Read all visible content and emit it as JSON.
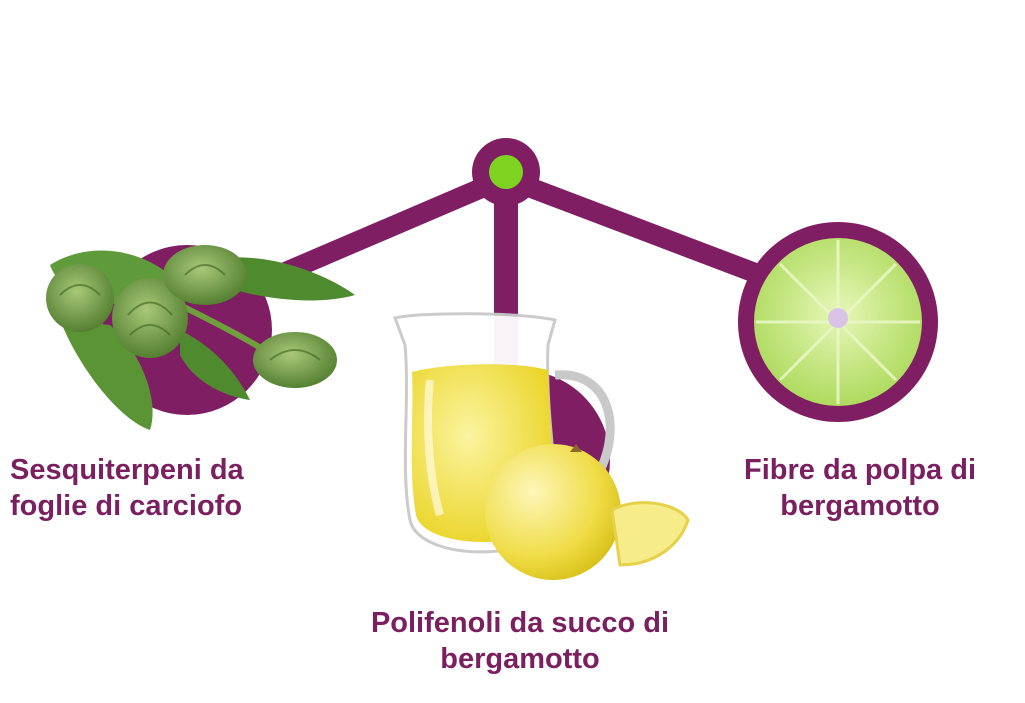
{
  "colors": {
    "frame": "#7f1e62",
    "pivot": "#7ed321",
    "label": "#7a1f5f",
    "artichoke": "#6f9a3e",
    "leaf": "#5f9b3a",
    "juice": "#f3e34a",
    "bergamot": "#f2e45a",
    "lime_pulp": "#c6ea7a"
  },
  "icons": {
    "left": "artichoke-icon",
    "center": "juice-pitcher-icon",
    "right": "bergamot-slice-icon"
  },
  "labels": {
    "left": {
      "line1": "Sesquiterpeni da",
      "line2": "foglie di carciofo"
    },
    "center": {
      "line1": "Polifenoli da succo di",
      "line2": "bergamotto"
    },
    "right": {
      "line1": "Fibre da polpa di",
      "line2": "bergamotto"
    }
  }
}
